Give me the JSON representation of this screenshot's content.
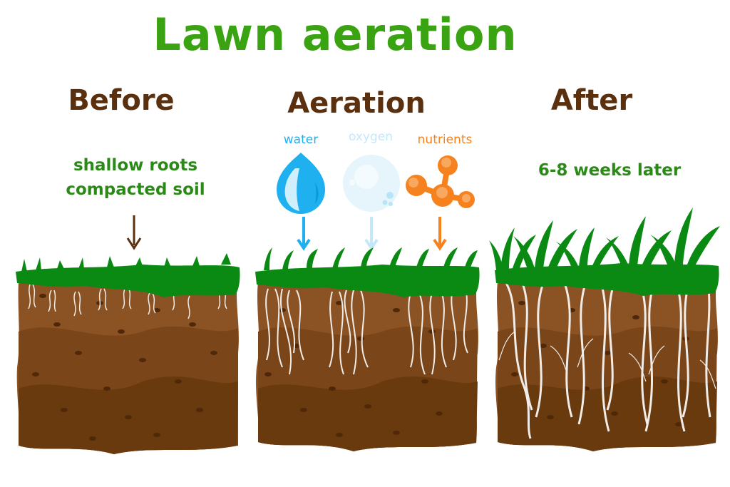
{
  "title": "Lawn aeration",
  "panels": [
    {
      "heading": "Before",
      "notes": [
        "shallow roots",
        "compacted soil"
      ],
      "arrow_color": "#5a300f"
    },
    {
      "heading": "Aeration",
      "inputs": [
        {
          "label": "water",
          "icon": "water-drop-icon",
          "color": "#1fb0f0"
        },
        {
          "label": "oxygen",
          "icon": "oxygen-bubble-icon",
          "color": "#c4e8f8"
        },
        {
          "label": "nutrients",
          "icon": "molecule-icon",
          "color": "#f5821f"
        }
      ]
    },
    {
      "heading": "After",
      "notes": [
        "6-8 weeks later"
      ]
    }
  ],
  "colors": {
    "title": "#3aa312",
    "heading": "#5a300f",
    "note": "#2b8a17",
    "grass": "#0a8a12",
    "soil_top": "#8b5223",
    "soil_mid": "#7a4518",
    "soil_deep": "#6a3a0f",
    "soil_dots": "#4f2709",
    "roots": "#f0ece8"
  }
}
